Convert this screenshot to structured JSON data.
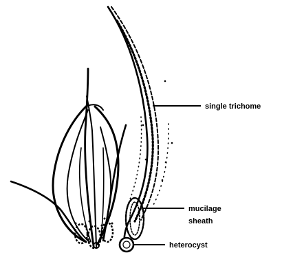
{
  "labels": {
    "trichome": "single trichome",
    "sheath_line1": "mucilage",
    "sheath_line2": "sheath",
    "heterocyst": "heterocyst"
  },
  "colors": {
    "ink": "#000000",
    "background": "#ffffff"
  }
}
